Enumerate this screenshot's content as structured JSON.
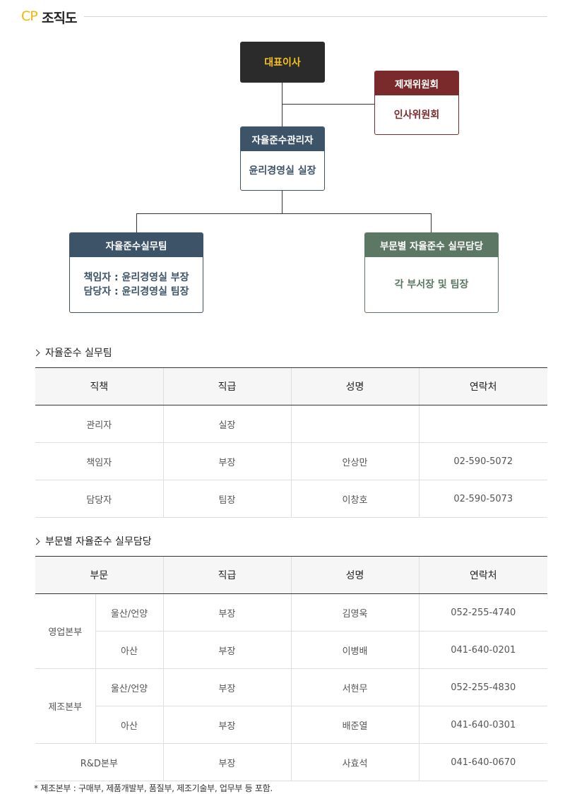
{
  "header": {
    "prefix": "CP",
    "title": "조직도"
  },
  "org": {
    "ceo": "대표이사",
    "committee": {
      "head": "제재위원회",
      "body": "인사위원회"
    },
    "officer": {
      "head": "자율준수관리자",
      "body": "윤리경영실 실장"
    },
    "team": {
      "head": "자율준수실무팀",
      "line1": "책임자 : 윤리경영실 부장",
      "line2": "담당자 : 윤리경영실 팀장"
    },
    "dept": {
      "head": "부문별 자율준수 실무담당",
      "body": "각 부서장 및 팀장"
    }
  },
  "table1": {
    "title": "자율준수 실무팀",
    "headers": [
      "직책",
      "직급",
      "성명",
      "연락처"
    ],
    "rows": [
      [
        "관리자",
        "실장",
        "",
        ""
      ],
      [
        "책임자",
        "부장",
        "안상만",
        "02-590-5072"
      ],
      [
        "담당자",
        "팀장",
        "이창호",
        "02-590-5073"
      ]
    ]
  },
  "table2": {
    "title": "부문별 자율준수 실무담당",
    "headers": [
      "부문",
      "직급",
      "성명",
      "연락처"
    ],
    "groups": [
      {
        "name": "영업본부",
        "rows": [
          [
            "울산/언양",
            "부장",
            "김영욱",
            "052-255-4740"
          ],
          [
            "아산",
            "부장",
            "이병배",
            "041-640-0201"
          ]
        ]
      },
      {
        "name": "제조본부",
        "rows": [
          [
            "울산/언양",
            "부장",
            "서현무",
            "052-255-4830"
          ],
          [
            "아산",
            "부장",
            "배준열",
            "041-640-0301"
          ]
        ]
      },
      {
        "name": "R&D본부",
        "rows": [
          [
            "",
            "부장",
            "사효석",
            "041-640-0670"
          ]
        ]
      }
    ]
  },
  "footnote": "* 제조본부 : 구매부, 제품개발부, 품질부, 제조기술부, 업무부 등 포함."
}
